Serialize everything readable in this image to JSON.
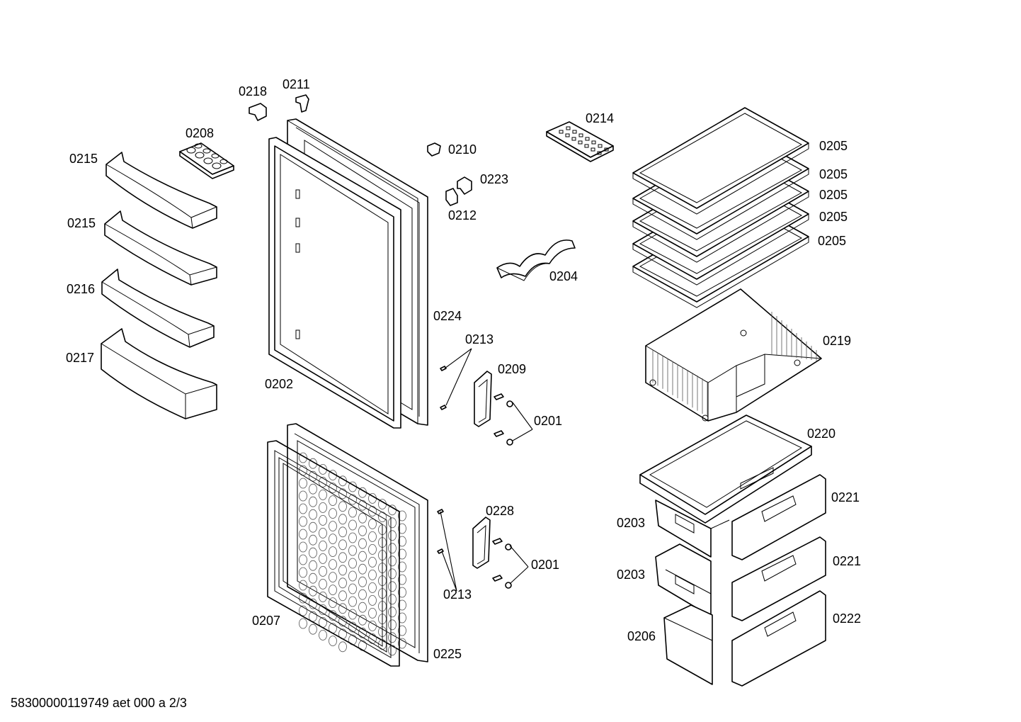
{
  "labels": {
    "p0218": "0218",
    "p0211": "0211",
    "p0208": "0208",
    "p0215a": "0215",
    "p0215b": "0215",
    "p0216": "0216",
    "p0217": "0217",
    "p0202": "0202",
    "p0224": "0224",
    "p0210": "0210",
    "p0223": "0223",
    "p0212": "0212",
    "p0214": "0214",
    "p0204": "0204",
    "p0213a": "0213",
    "p0209": "0209",
    "p0201a": "0201",
    "p0228": "0228",
    "p0201b": "0201",
    "p0213b": "0213",
    "p0207": "0207",
    "p0225": "0225",
    "p0205a": "0205",
    "p0205b": "0205",
    "p0205c": "0205",
    "p0205d": "0205",
    "p0205e": "0205",
    "p0219": "0219",
    "p0220": "0220",
    "p0221a": "0221",
    "p0221b": "0221",
    "p0203a": "0203",
    "p0203b": "0203",
    "p0222": "0222",
    "p0206": "0206"
  },
  "footer": "58300000119749 aet 000 a 2/3"
}
